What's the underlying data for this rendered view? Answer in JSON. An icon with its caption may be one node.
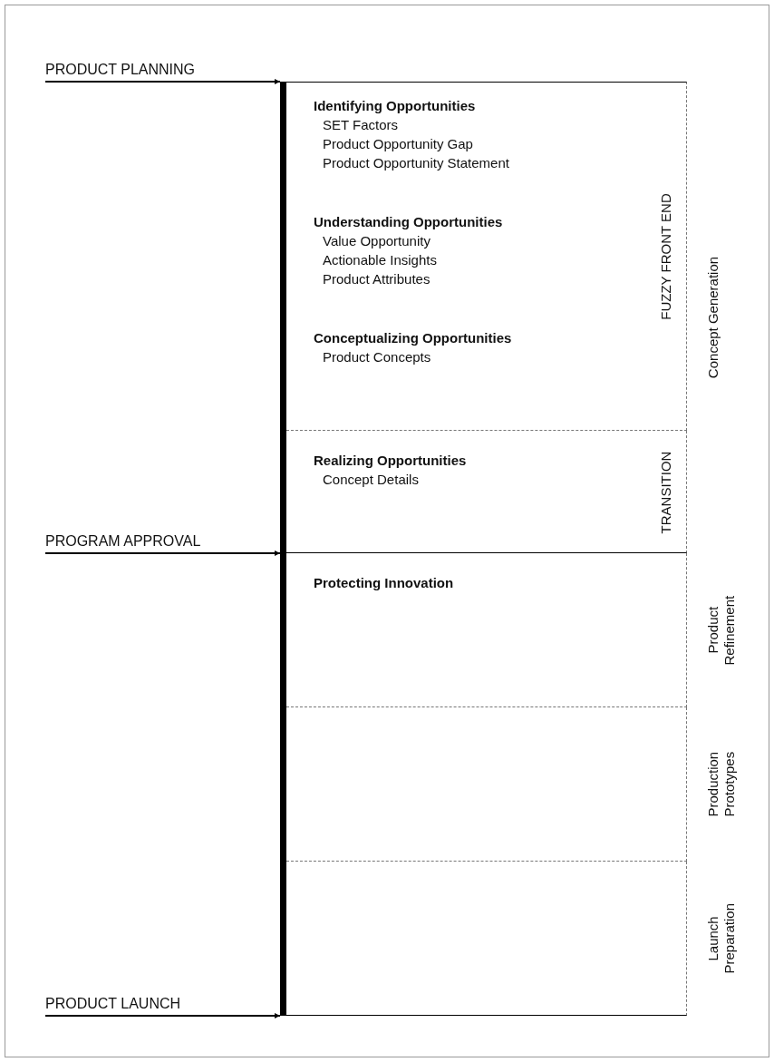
{
  "diagram": {
    "nodes": [
      {
        "text": [
          "PRODUCT PLANNING"
        ]
      },
      {
        "text": [
          "PROGRAM APPROVAL"
        ]
      },
      {
        "text": [
          "PRODUCT LAUNCH"
        ]
      },
      {
        "text": [],
        "shape": "bar"
      },
      {
        "text": [
          "Concept Generation"
        ]
      },
      {
        "text": [
          "Identifying Opportunities",
          "SET Factors",
          "Product Opportunity Gap",
          "Product Opportunity Statement",
          "Understanding Opportunities",
          "Value Opportunity",
          "Actionable Insights",
          "Product Attributes",
          "Conceptualizing Opportunities",
          "Product Concepts",
          "FUZZY FRONT END"
        ],
        "in": 4
      },
      {
        "text": [
          "Realizing Opportunities",
          "Concept Details",
          "TRANSITION"
        ],
        "in": 4
      },
      {
        "text": [
          "Protecting Innovation",
          "Product Refinement"
        ]
      },
      {
        "text": [
          "Production Prototypes"
        ]
      },
      {
        "text": [
          "Launch Preparation"
        ]
      }
    ],
    "edges": [
      {
        "from": 0,
        "to": 3,
        "arrow": "to"
      },
      {
        "from": 1,
        "to": 3,
        "arrow": "to"
      },
      {
        "from": 2,
        "to": 3,
        "arrow": "to"
      }
    ]
  }
}
